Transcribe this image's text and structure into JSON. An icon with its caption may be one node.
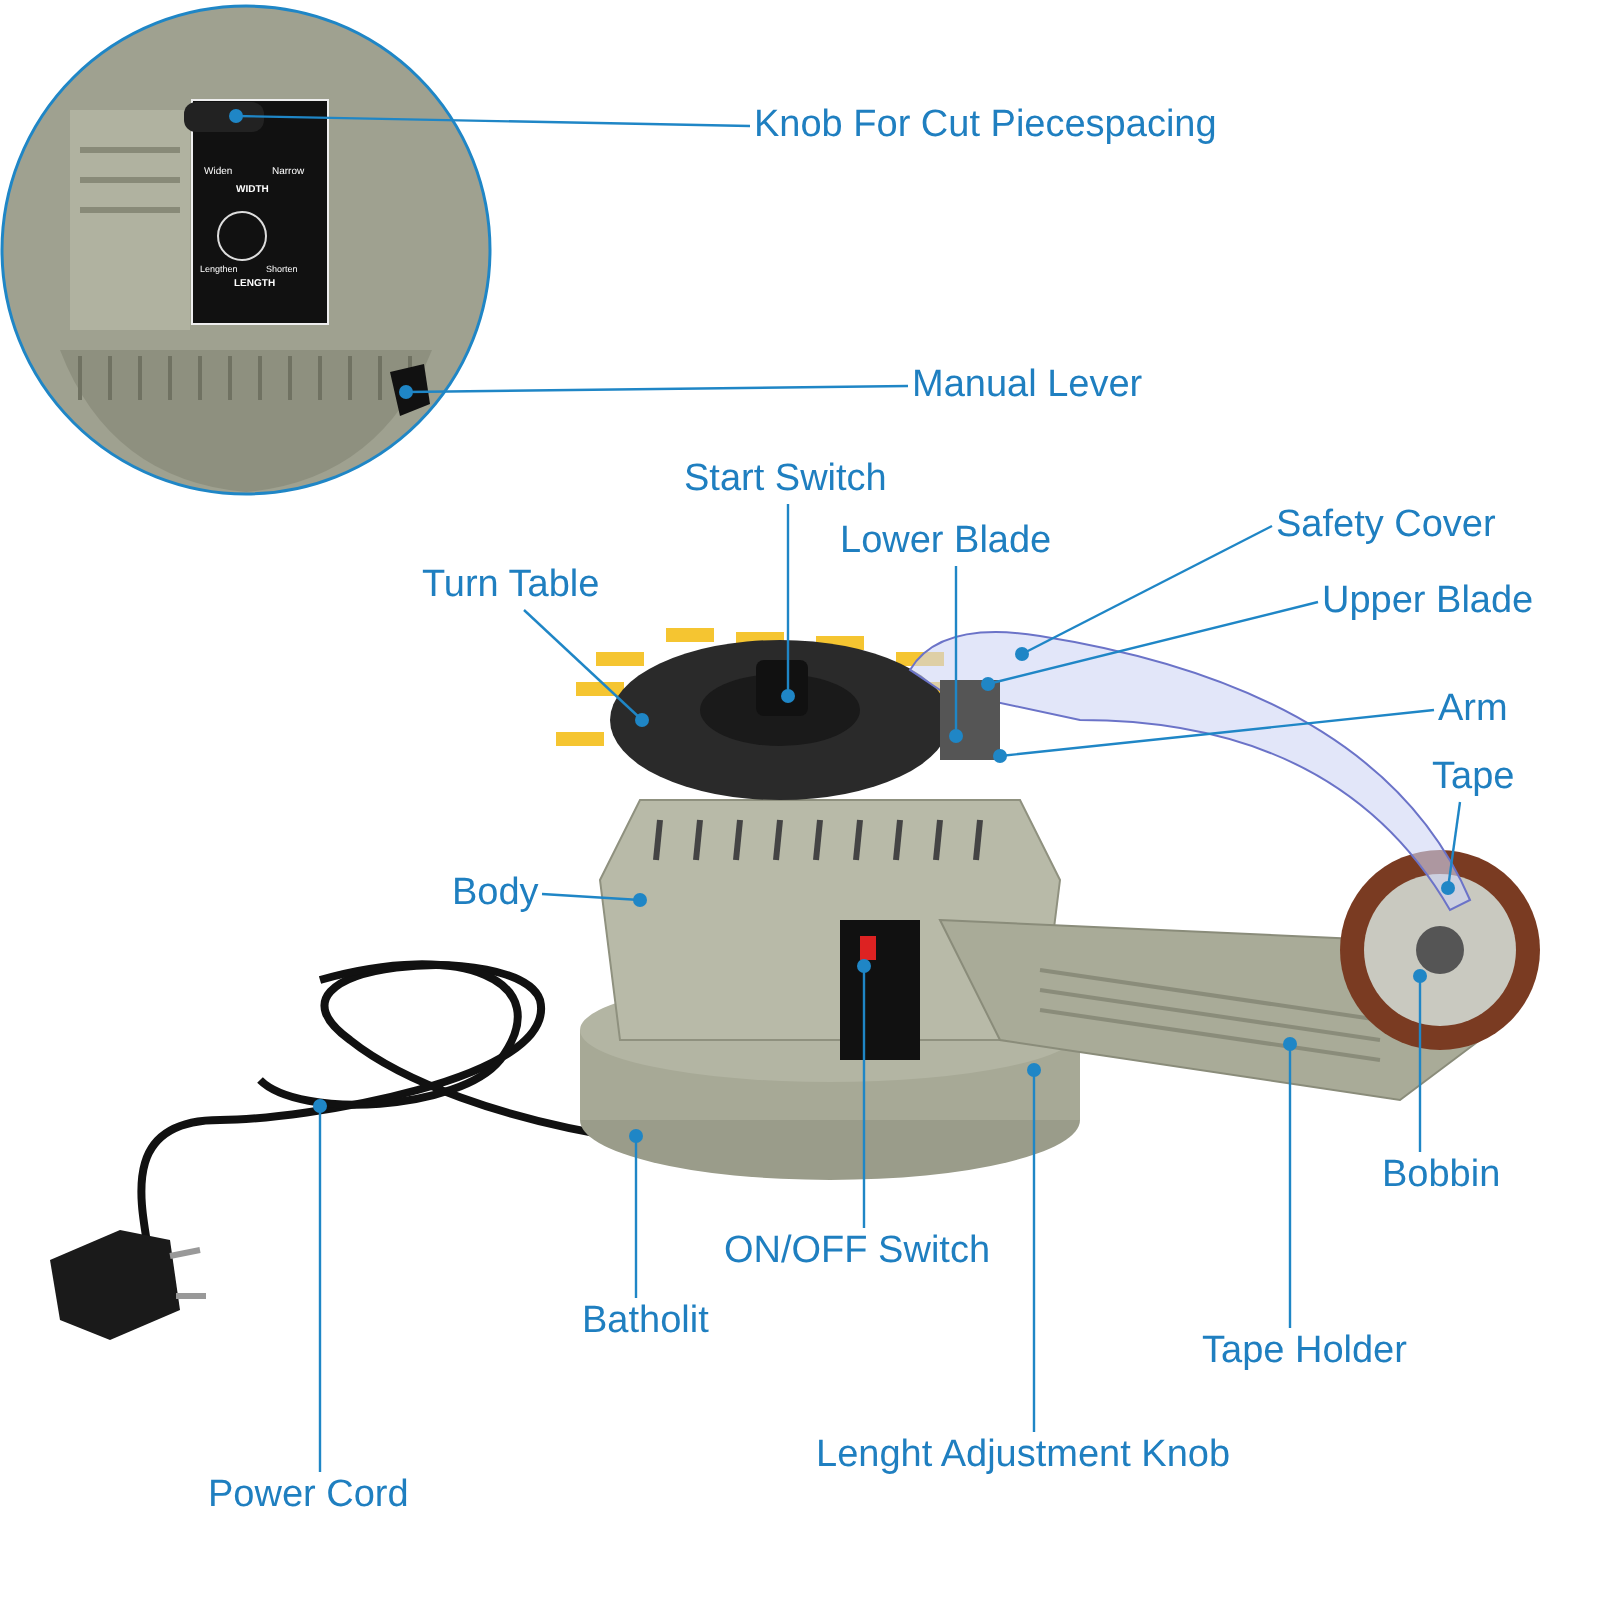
{
  "diagram": {
    "nodes": [
      {
        "text": [
          "Knob For Cut Piecespacing"
        ]
      },
      {
        "text": [
          "Manual Lever"
        ]
      },
      {
        "text": [
          "Start Switch"
        ]
      },
      {
        "text": [
          "Lower Blade"
        ]
      },
      {
        "text": [
          "Safety Cover"
        ]
      },
      {
        "text": [
          "Turn Table"
        ]
      },
      {
        "text": [
          "Upper Blade"
        ]
      },
      {
        "text": [
          "Arm"
        ]
      },
      {
        "text": [
          "Tape"
        ]
      },
      {
        "text": [
          "Body"
        ]
      },
      {
        "text": [
          "Bobbin"
        ]
      },
      {
        "text": [
          "ON/OFF Switch"
        ]
      },
      {
        "text": [
          "Batholit"
        ]
      },
      {
        "text": [
          "Tape Holder"
        ]
      },
      {
        "text": [
          "Lenght Adjustment Knob"
        ]
      },
      {
        "text": [
          "Power Cord"
        ]
      }
    ],
    "edges": [
      {
        "from": 0,
        "to": null,
        "arrow": "other"
      },
      {
        "from": 1,
        "to": null,
        "arrow": "other"
      },
      {
        "from": 2,
        "to": null,
        "arrow": "other"
      },
      {
        "from": 3,
        "to": null,
        "arrow": "other"
      },
      {
        "from": 4,
        "to": null,
        "arrow": "other"
      },
      {
        "from": 5,
        "to": null,
        "arrow": "other"
      },
      {
        "from": 6,
        "to": null,
        "arrow": "other"
      },
      {
        "from": 7,
        "to": null,
        "arrow": "other"
      },
      {
        "from": 8,
        "to": null,
        "arrow": "other"
      },
      {
        "from": 9,
        "to": null,
        "arrow": "other"
      },
      {
        "from": 10,
        "to": null,
        "arrow": "other"
      },
      {
        "from": 11,
        "to": null,
        "arrow": "other"
      },
      {
        "from": 12,
        "to": null,
        "arrow": "other"
      },
      {
        "from": 13,
        "to": null,
        "arrow": "other"
      },
      {
        "from": 14,
        "to": null,
        "arrow": "other"
      },
      {
        "from": 15,
        "to": null,
        "arrow": "other"
      }
    ],
    "labels": [
      "Widen",
      "Narrow",
      "WIDTH",
      "Lengthen",
      "Shorten",
      "LENGTH"
    ]
  }
}
